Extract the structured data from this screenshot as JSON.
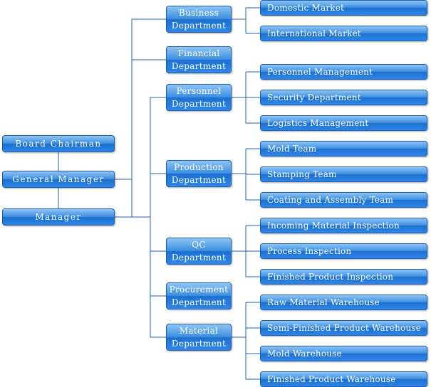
{
  "root": [
    {
      "id": "board",
      "label": "Board Chairman"
    },
    {
      "id": "gm",
      "label": "General Manager"
    },
    {
      "id": "mgr",
      "label": "Manager"
    }
  ],
  "departments": [
    {
      "id": "business",
      "lines": [
        "Business",
        "Department"
      ],
      "children": [
        "Domestic Market",
        "International Market"
      ]
    },
    {
      "id": "financial",
      "lines": [
        "Financial",
        "Department"
      ],
      "children": []
    },
    {
      "id": "personnel",
      "lines": [
        "Personnel",
        "Department"
      ],
      "children": [
        "Personnel Management",
        "Security Department",
        "Logistics Management"
      ]
    },
    {
      "id": "production",
      "lines": [
        "Production",
        "Department"
      ],
      "children": [
        "Mold Team",
        "Stamping Team",
        "Coating and Assembly Team"
      ]
    },
    {
      "id": "qc",
      "lines": [
        "QC",
        "Department"
      ],
      "children": [
        "Incoming Material Inspection",
        "Process Inspection",
        "Finished Product Inspection"
      ]
    },
    {
      "id": "procurement",
      "lines": [
        "Procurement",
        "Department"
      ],
      "children": []
    },
    {
      "id": "material",
      "lines": [
        "Material",
        "Department"
      ],
      "children": [
        "Raw Material Warehouse",
        "Semi-Finished Product Warehouse",
        "Mold Warehouse",
        "Finished Product Warehouse"
      ]
    }
  ],
  "colors": {
    "box_top": "#8fc4f5",
    "box_bottom": "#2f86e6",
    "box_border": "#1f5fb0",
    "connector": "#1f5fb0",
    "text": "#ffffff"
  }
}
